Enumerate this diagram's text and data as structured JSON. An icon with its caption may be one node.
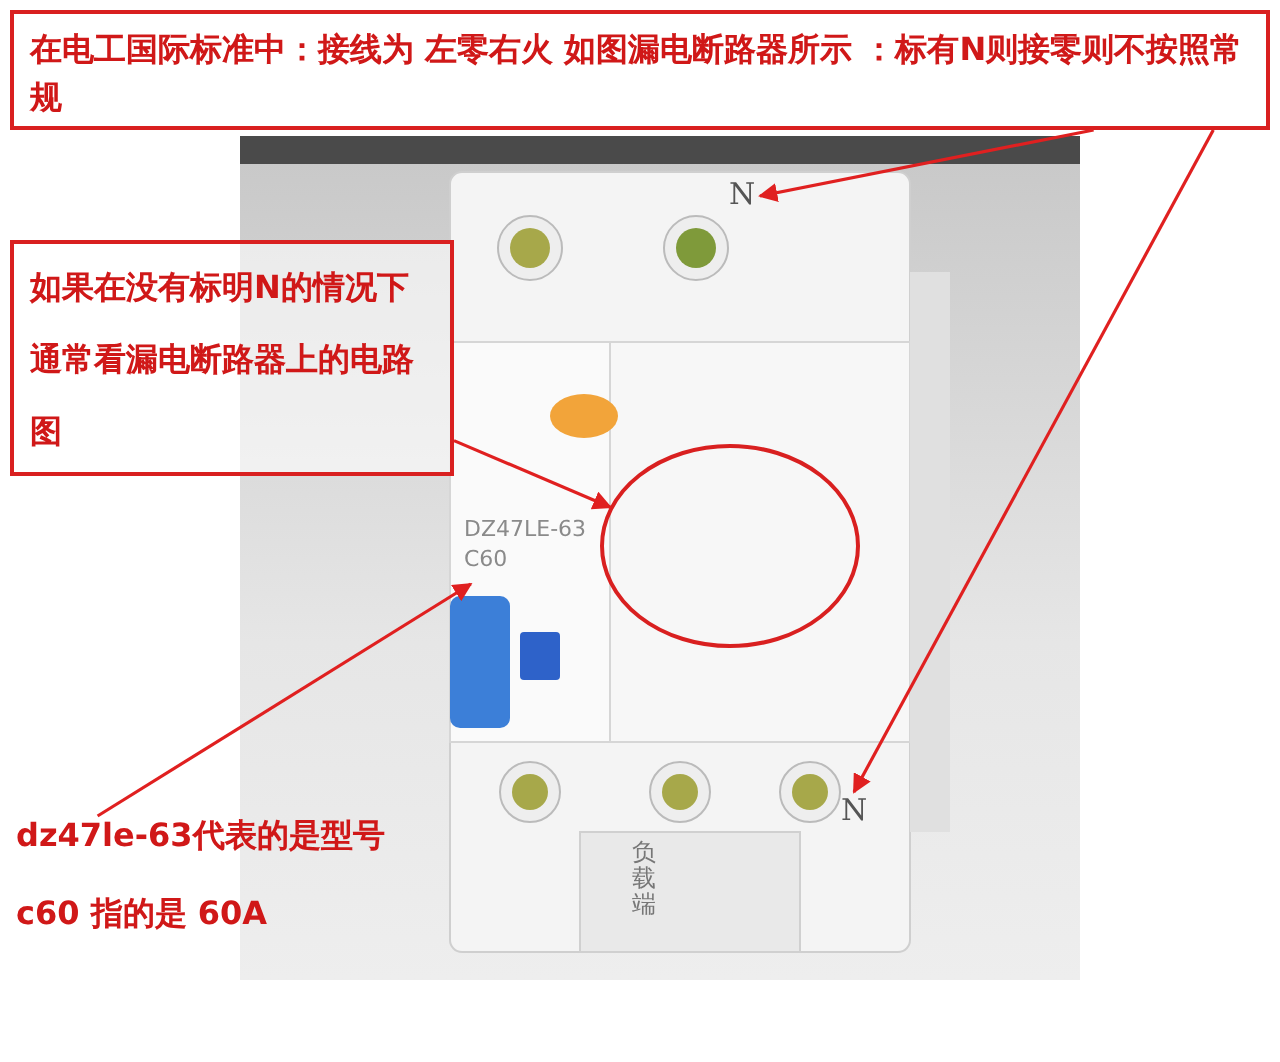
{
  "diagram": {
    "nodes": [
      {
        "text": [
          "在电工国际标准中：接线为 左零右火 如图漏电断路器所示 ：标有N则接零则不按照常规"
        ]
      },
      {
        "text": [],
        "shape": "picture"
      },
      {
        "text": [
          "N"
        ],
        "in": 1
      },
      {
        "text": [
          "N"
        ],
        "in": 1
      },
      {
        "text": [
          "如果在没有标明N的情况下通常看漏电断路器上的电路图"
        ]
      },
      {
        "text": [],
        "shape": "circle",
        "in": 1
      },
      {
        "text": [
          "DZ47LE-63",
          "C60"
        ],
        "in": 1
      },
      {
        "text": [
          "dz47le-63代表的是型号",
          "c60 指的是 60A"
        ]
      }
    ],
    "edges": [
      {
        "from": 0,
        "to": 2,
        "arrow": "to"
      },
      {
        "from": 0,
        "to": 3,
        "arrow": "to"
      },
      {
        "from": 4,
        "to": 5,
        "arrow": "to"
      },
      {
        "from": 7,
        "to": 6,
        "arrow": "to"
      }
    ],
    "labels": [
      "负载端"
    ]
  }
}
